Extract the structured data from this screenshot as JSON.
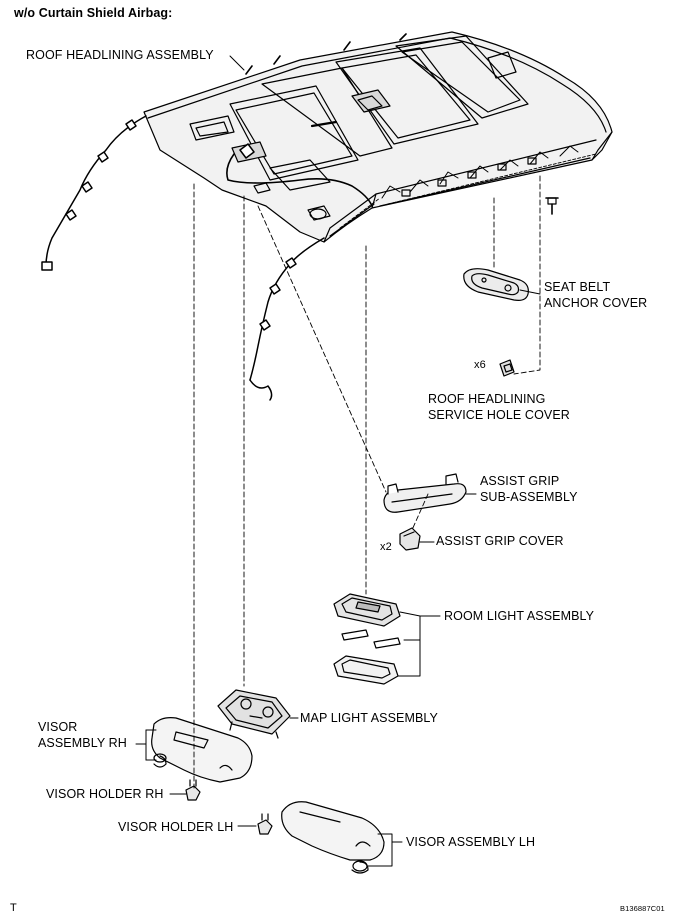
{
  "diagram": {
    "header": "w/o Curtain Shield Airbag:",
    "footer_left": "T",
    "figure_code": "B136887C01",
    "labels": {
      "roof_headlining_assembly": "ROOF HEADLINING ASSEMBLY",
      "seat_belt_anchor_cover_1": "SEAT BELT",
      "seat_belt_anchor_cover_2": "ANCHOR COVER",
      "service_hole_cover_qty": "x6",
      "service_hole_cover_1": "ROOF HEADLINING",
      "service_hole_cover_2": "SERVICE HOLE COVER",
      "assist_grip_1": "ASSIST GRIP",
      "assist_grip_2": "SUB-ASSEMBLY",
      "assist_grip_cover_qty": "x2",
      "assist_grip_cover": "ASSIST GRIP COVER",
      "room_light_assembly": "ROOM LIGHT ASSEMBLY",
      "map_light_assembly": "MAP LIGHT ASSEMBLY",
      "visor_assembly_rh_1": "VISOR",
      "visor_assembly_rh_2": "ASSEMBLY RH",
      "visor_holder_rh": "VISOR HOLDER RH",
      "visor_holder_lh": "VISOR HOLDER LH",
      "visor_assembly_lh": "VISOR ASSEMBLY LH"
    }
  }
}
